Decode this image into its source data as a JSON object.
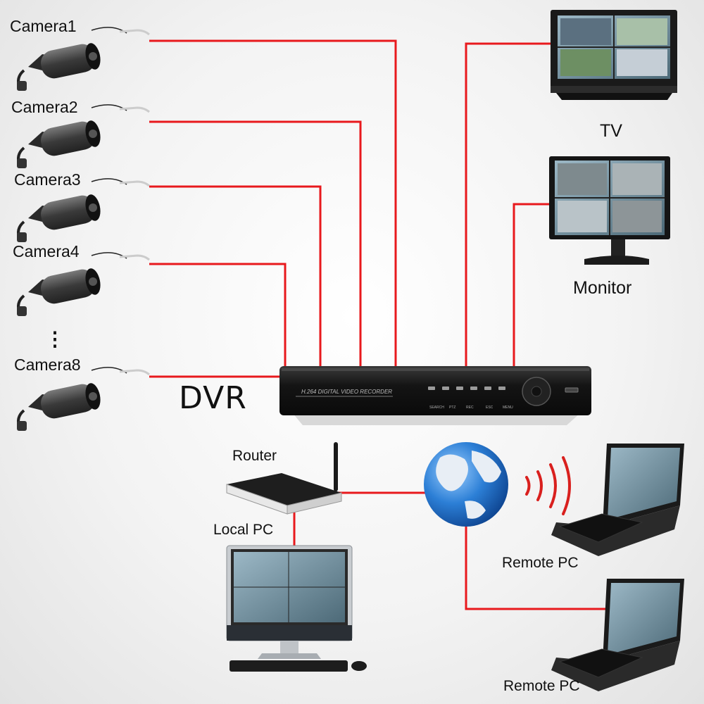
{
  "cameras": [
    {
      "label": "Camera1"
    },
    {
      "label": "Camera2"
    },
    {
      "label": "Camera3"
    },
    {
      "label": "Camera4"
    },
    {
      "label": "Camera8"
    }
  ],
  "ellipsis": "⋮",
  "dvr": {
    "label": "DVR",
    "front_text": "H.264 DIGITAL VIDEO RECORDER",
    "button_labels": [
      "SEARCH",
      "PTZ",
      "REC",
      "ESC",
      "MENU"
    ]
  },
  "outputs": {
    "tv": "TV",
    "monitor": "Monitor"
  },
  "network": {
    "router": "Router",
    "local_pc": "Local PC",
    "remote_pc_1": "Remote PC",
    "remote_pc_2": "Remote PC"
  },
  "colors": {
    "cable": "#e8191d",
    "device": "#1b1b1b",
    "screen": "#5a7c8e",
    "globe": "#2f7fd0"
  }
}
